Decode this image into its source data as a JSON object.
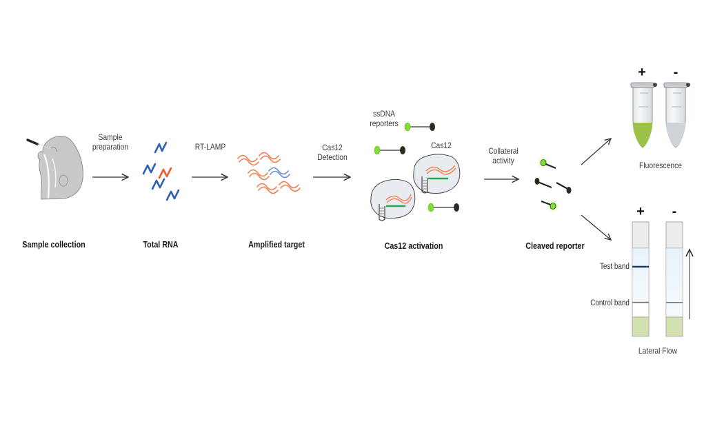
{
  "figure": {
    "steps": [
      {
        "id": "sample-collection",
        "label": "Sample collection"
      },
      {
        "id": "total-rna",
        "label": "Total RNA"
      },
      {
        "id": "amplified-target",
        "label": "Amplified target"
      },
      {
        "id": "cas12-activation",
        "label": "Cas12 activation"
      },
      {
        "id": "cleaved-reporter",
        "label": "Cleaved reporter"
      }
    ],
    "arrows": [
      {
        "from": "sample-collection",
        "to": "total-rna",
        "label_line1": "Sample",
        "label_line2": "preparation"
      },
      {
        "from": "total-rna",
        "to": "amplified-target",
        "label_line1": "RT-LAMP",
        "label_line2": ""
      },
      {
        "from": "amplified-target",
        "to": "cas12-activation",
        "label_line1": "Cas12",
        "label_line2": "Detection"
      },
      {
        "from": "cas12-activation",
        "to": "cleaved-reporter",
        "label_line1": "Collateral",
        "label_line2": "activity"
      }
    ],
    "cas12": {
      "reporters_label_line1": "ssDNA",
      "reporters_label_line2": "reporters",
      "protein_label": "Cas12"
    },
    "readouts": {
      "fluorescence": {
        "label": "Fluorescence",
        "positive_sign": "+",
        "negative_sign": "-"
      },
      "lateral_flow": {
        "label": "Lateral Flow",
        "positive_sign": "+",
        "negative_sign": "-",
        "test_band_label": "Test band",
        "control_band_label": "Control band"
      }
    }
  },
  "colors": {
    "rna_blue": "#2f5fb3",
    "rna_target": "#f05a28",
    "amplicon": "#f47b4f",
    "amplicon_blue": "#6a8ccc",
    "fluorophore": "#7fe030",
    "quencher": "#2e2a1f",
    "guide_green": "#2aa64a",
    "tube_green": "#9cc24a",
    "test_band": "#203a6a",
    "control_band": "#888888",
    "pad_green": "#d3e2b0"
  }
}
